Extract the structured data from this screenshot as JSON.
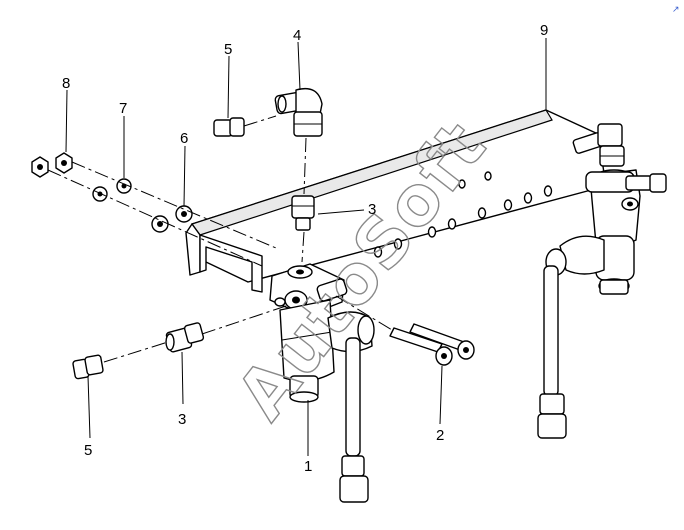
{
  "diagram": {
    "callouts": [
      {
        "id": "1",
        "label": "1"
      },
      {
        "id": "2",
        "label": "2"
      },
      {
        "id": "3a",
        "label": "3"
      },
      {
        "id": "3b",
        "label": "3"
      },
      {
        "id": "4",
        "label": "4"
      },
      {
        "id": "5a",
        "label": "5"
      },
      {
        "id": "5b",
        "label": "5"
      },
      {
        "id": "6",
        "label": "6"
      },
      {
        "id": "7",
        "label": "7"
      },
      {
        "id": "8",
        "label": "8"
      },
      {
        "id": "9",
        "label": "9"
      }
    ],
    "watermark": "AutoSoft",
    "corner_mark": "↗"
  }
}
